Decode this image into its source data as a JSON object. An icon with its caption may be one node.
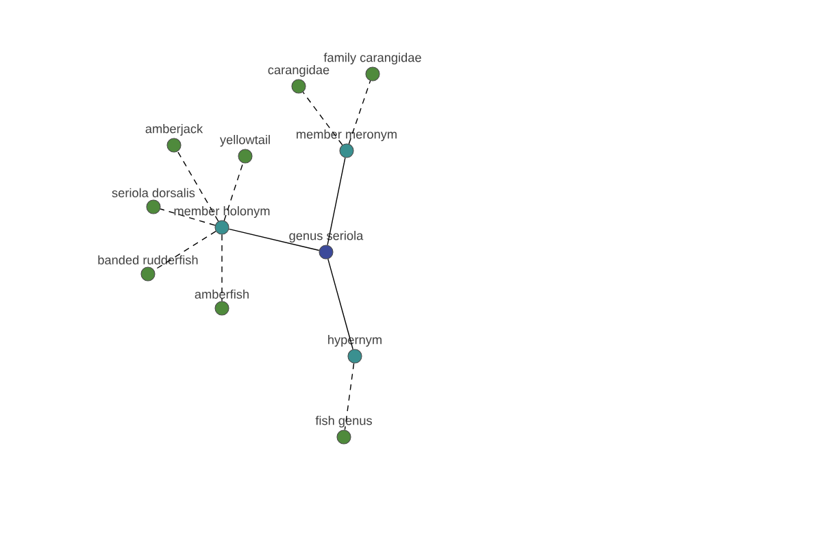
{
  "diagram": {
    "nodes": [
      {
        "text": [
          "genus seriola"
        ]
      },
      {
        "text": [
          "member meronym"
        ]
      },
      {
        "text": [
          "carangidae"
        ]
      },
      {
        "text": [
          "family carangidae"
        ]
      },
      {
        "text": [
          "member holonym"
        ]
      },
      {
        "text": [
          "amberjack"
        ]
      },
      {
        "text": [
          "yellowtail"
        ]
      },
      {
        "text": [
          "seriola dorsalis"
        ]
      },
      {
        "text": [
          "banded rudderfish"
        ]
      },
      {
        "text": [
          "amberfish"
        ]
      },
      {
        "text": [
          "hypernym"
        ]
      },
      {
        "text": [
          "fish genus"
        ]
      }
    ],
    "edges": [
      {
        "from": 0,
        "to": 1,
        "arrow": "none"
      },
      {
        "from": 1,
        "to": 2,
        "arrow": "none",
        "style": "dashed"
      },
      {
        "from": 1,
        "to": 3,
        "arrow": "none",
        "style": "dashed"
      },
      {
        "from": 0,
        "to": 4,
        "arrow": "none"
      },
      {
        "from": 4,
        "to": 5,
        "arrow": "none",
        "style": "dashed"
      },
      {
        "from": 4,
        "to": 6,
        "arrow": "none",
        "style": "dashed"
      },
      {
        "from": 4,
        "to": 7,
        "arrow": "none",
        "style": "dashed"
      },
      {
        "from": 4,
        "to": 8,
        "arrow": "none",
        "style": "dashed"
      },
      {
        "from": 4,
        "to": 9,
        "arrow": "none",
        "style": "dashed"
      },
      {
        "from": 0,
        "to": 10,
        "arrow": "none"
      },
      {
        "from": 10,
        "to": 11,
        "arrow": "none",
        "style": "dashed"
      }
    ]
  }
}
